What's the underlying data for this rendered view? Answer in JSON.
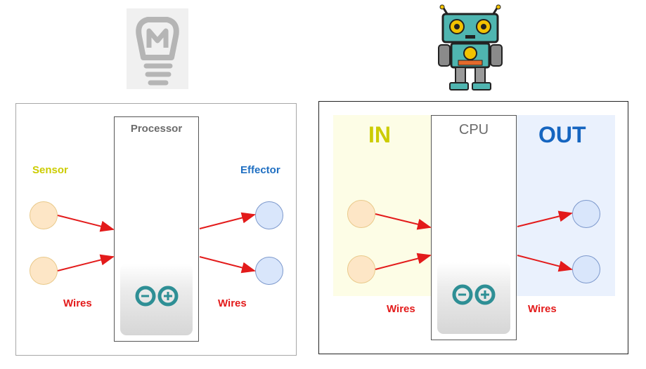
{
  "left_panel": {
    "processor_label": "Processor",
    "sensor_label": "Sensor",
    "effector_label": "Effector",
    "wires_left": "Wires",
    "wires_right": "Wires"
  },
  "right_panel": {
    "in_label": "IN",
    "cpu_label": "CPU",
    "out_label": "OUT",
    "wires_left": "Wires",
    "wires_right": "Wires"
  },
  "colors": {
    "sensor_text": "#cccc00",
    "effector_text": "#1f6fc2",
    "in_text": "#cccc00",
    "out_text": "#1565c0",
    "wires_text": "#e31b1b",
    "arrow": "#e31b1b",
    "arduino_teal": "#2e8f95"
  },
  "icons": [
    "lightbulb-logo-icon",
    "robot-icon",
    "arduino-logo-icon"
  ]
}
